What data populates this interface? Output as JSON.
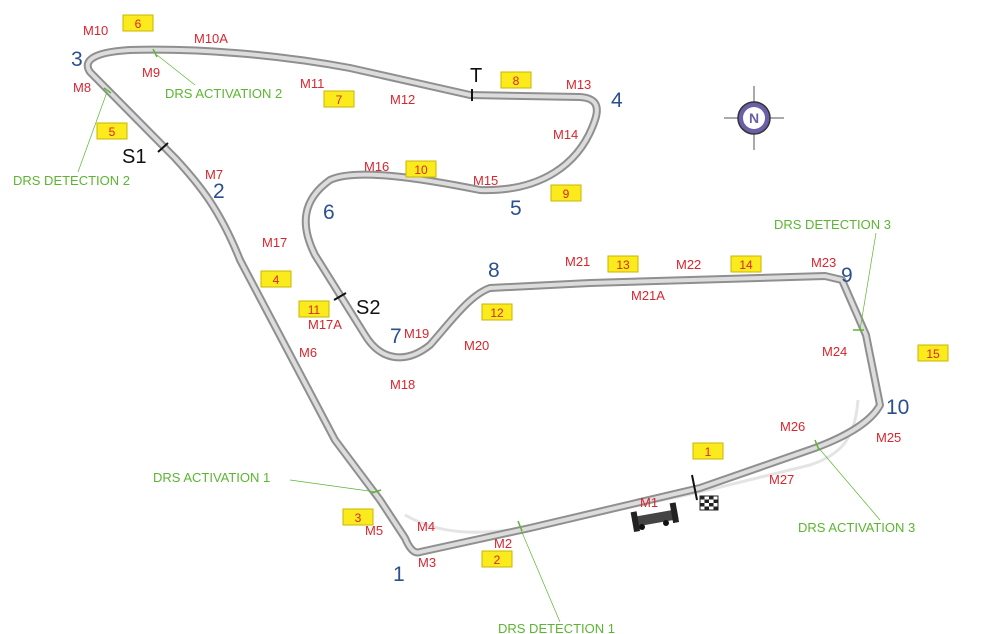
{
  "compass": {
    "letter": "N",
    "icon": "north-compass-icon"
  },
  "turns": [
    "1",
    "2",
    "3",
    "4",
    "5",
    "6",
    "7",
    "8",
    "9",
    "10"
  ],
  "markers": [
    "M1",
    "M2",
    "M3",
    "M4",
    "M5",
    "M6",
    "M7",
    "M8",
    "M9",
    "M10",
    "M10A",
    "M11",
    "M12",
    "M13",
    "M14",
    "M15",
    "M16",
    "M17",
    "M17A",
    "M18",
    "M19",
    "M20",
    "M21",
    "M21A",
    "M22",
    "M23",
    "M24",
    "M25",
    "M26",
    "M27"
  ],
  "sectors": {
    "s1": "S1",
    "s2": "S2",
    "t": "T"
  },
  "drs": {
    "detection_1": "DRS DETECTION 1",
    "activation_1": "DRS ACTIVATION 1",
    "detection_2": "DRS DETECTION 2",
    "activation_2": "DRS ACTIVATION 2",
    "detection_3": "DRS DETECTION 3",
    "activation_3": "DRS ACTIVATION 3"
  },
  "marshal_posts": [
    "1",
    "2",
    "3",
    "4",
    "5",
    "6",
    "7",
    "8",
    "9",
    "10",
    "11",
    "12",
    "13",
    "14",
    "15"
  ],
  "colors": {
    "track": "#8f8f8f",
    "track_surface": "#dcdcdc",
    "turn_label": "#2c4f8e",
    "marker_label": "#d8262e",
    "drs": "#5cb531",
    "post_fill": "#fbea1c"
  }
}
